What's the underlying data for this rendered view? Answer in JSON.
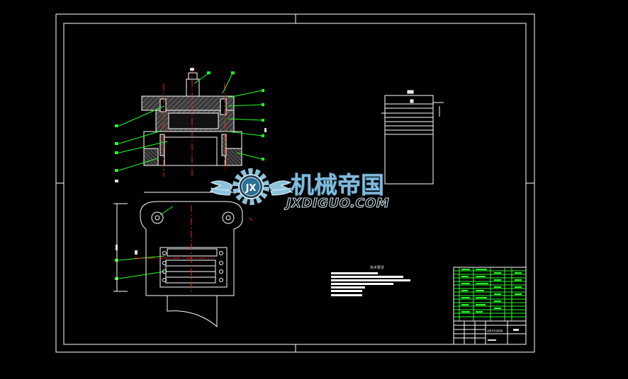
{
  "watermark": {
    "brand_cn": "机械帝国",
    "brand_url": "JXDIGUO.COM",
    "badge": "JX"
  },
  "colors": {
    "background": "#000000",
    "outline": "#ffffff",
    "centerline": "#ff0000",
    "leader": "#00ff00",
    "section_fill": "#444444",
    "brand": "#7fb8d8"
  },
  "drawing": {
    "notes_title": "技术要求",
    "title_block_name": "钻模夹具装配图"
  }
}
